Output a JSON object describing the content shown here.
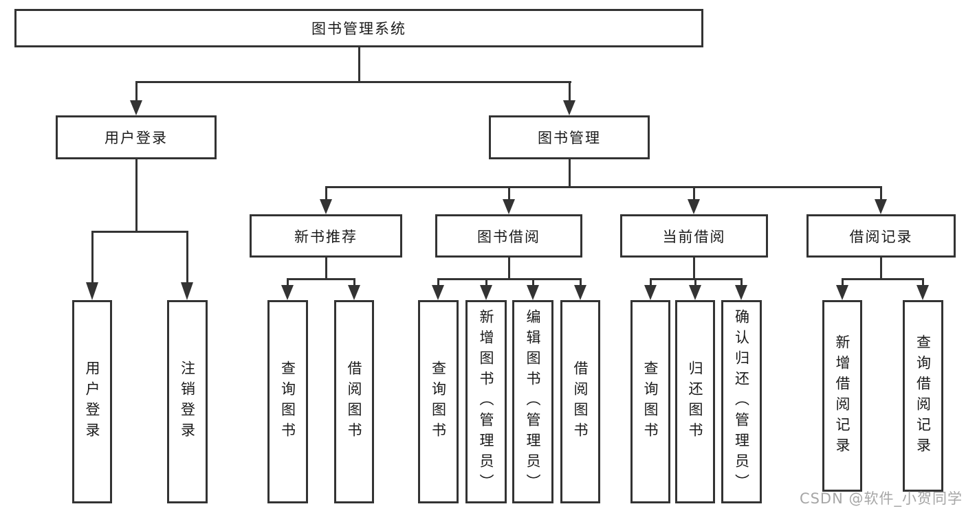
{
  "diagram": {
    "title": "图书管理系统",
    "root": {
      "label": "图书管理系统"
    },
    "branches": [
      {
        "label": "用户登录",
        "children": [
          {
            "label": "用户登录"
          },
          {
            "label": "注销登录"
          }
        ]
      },
      {
        "label": "图书管理",
        "sections": [
          {
            "label": "新书推荐",
            "children": [
              {
                "label": "查询图书"
              },
              {
                "label": "借阅图书"
              }
            ]
          },
          {
            "label": "图书借阅",
            "children": [
              {
                "label": "查询图书"
              },
              {
                "label": "新增图书（管理员）"
              },
              {
                "label": "编辑图书（管理员）"
              },
              {
                "label": "借阅图书"
              }
            ]
          },
          {
            "label": "当前借阅",
            "children": [
              {
                "label": "查询图书"
              },
              {
                "label": "归还图书"
              },
              {
                "label": "确认归还（管理员）"
              }
            ]
          },
          {
            "label": "借阅记录",
            "children": [
              {
                "label": "新增借阅记录"
              },
              {
                "label": "查询借阅记录"
              }
            ]
          }
        ]
      }
    ]
  },
  "colors": {
    "border": "#333333",
    "line": "#333333",
    "text": "#1a1a1a",
    "background": "#ffffff",
    "watermark": "#969696"
  },
  "watermark": {
    "text": "CSDN @软件_小贺同学"
  }
}
